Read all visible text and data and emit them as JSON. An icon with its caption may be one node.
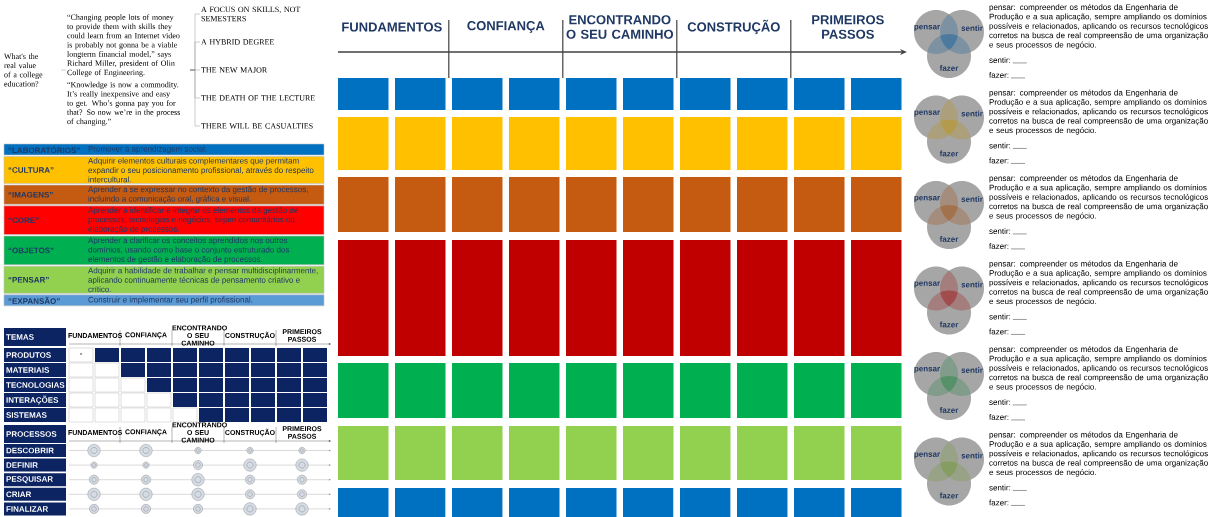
{
  "diagram": {
    "nodes": [
      {
        "text": [
          "What's the real value of a college education?"
        ]
      },
      {
        "text": [
          "“Changing people lots of money to provide them with skills they could learn from an Internet video is probably not gonna be a viable longterm financial model,” says Richard Miller, president of Olin College of Engineering.",
          "“Knowledge is now a commodity. It’s really inexpensive and easy to get. Who’s gonna pay you for that? So now we’re in the process of changing.”"
        ]
      },
      {
        "text": [
          "A FOCUS ON SKILLS, NOT SEMESTERS"
        ]
      },
      {
        "text": [
          "A HYBRID DEGREE"
        ]
      },
      {
        "text": [
          "THE NEW MAJOR"
        ]
      },
      {
        "text": [
          "THE DEATH OF THE LECTURE"
        ]
      },
      {
        "text": [
          "THERE WILL BE CASUALTIES"
        ]
      },
      {
        "text": [
          "“LABORATÓRIOS”",
          "Promover a aprendizagem social."
        ]
      },
      {
        "text": [
          "“CULTURA”",
          "Adquirir elementos culturais complementares que permitam expandir o seu posicionamento profissional, através do respeito intercultural."
        ]
      },
      {
        "text": [
          "“IMAGENS”",
          "Aprender a se expressar no contexto da gestão de processos, incluindo a comunicação oral, gráfica e visual."
        ]
      },
      {
        "text": [
          "“CORE”",
          "Aprender a identificar e integrar os elementos da gestão de processos, tecnologias e negócios, sejam comunitários ou elaboração de processos."
        ]
      },
      {
        "text": [
          "“OBJETOS”",
          "Aprender a clarificar os conceitos aprendidos nos outros domínios, usando como base o conjunto estruturado dos elementos de gestão e elaboração de processos."
        ]
      },
      {
        "text": [
          "“PENSAR”",
          "Adquirir a habilidade de trabalhar e pensar multidisciplinarmente, aplicando continuamente técnicas de pensamento criativo e crítico."
        ]
      },
      {
        "text": [
          "“EXPANSÃO”",
          "Construir e implementar seu perfil profissional."
        ]
      }
    ],
    "edges": [
      {
        "from": 0,
        "to": 1,
        "arrow": "none"
      },
      {
        "from": 1,
        "to": 2,
        "arrow": "none"
      },
      {
        "from": 1,
        "to": 3,
        "arrow": "none"
      },
      {
        "from": 1,
        "to": 4,
        "arrow": "none"
      },
      {
        "from": 1,
        "to": 5,
        "arrow": "none"
      },
      {
        "from": 1,
        "to": 6,
        "arrow": "none"
      }
    ],
    "labels": [
      "FUNDAMENTOS",
      "CONFIANÇA",
      "ENCONTRANDO O SEU CAMINHO",
      "CONSTRUÇÃO",
      "PRIMEIROS PASSOS",
      "pensar",
      "sentir",
      "fazer",
      "pensar: compreender os métodos da Engenharia de Produção e a sua aplicação, sempre ampliando os domínios possíveis e relacionados, aplicando os recursos tecnológicos corretos na busca de real compreensão de uma organização e seus processos de negócio.",
      "sentir:",
      "fazer:",
      "pensar",
      "sentir",
      "fazer",
      "pensar: compreender os métodos da Engenharia de Produção e a sua aplicação, sempre ampliando os domínios possíveis e relacionados, aplicando os recursos tecnológicos corretos na busca de real compreensão de uma organização e seus processos de negócio.",
      "sentir:",
      "fazer:",
      "pensar",
      "sentir",
      "fazer",
      "pensar: compreender os métodos da Engenharia de Produção e a sua aplicação, sempre ampliando os domínios possíveis e relacionados, aplicando os recursos tecnológicos corretos na busca de real compreensão de uma organização e seus processos de negócio.",
      "sentir:",
      "fazer:",
      "pensar",
      "sentir",
      "fazer",
      "pensar: compreender os métodos da Engenharia de Produção e a sua aplicação, sempre ampliando os domínios possíveis e relacionados, aplicando os recursos tecnológicos corretos na busca de real compreensão de uma organização e seus processos de negócio.",
      "sentir:",
      "fazer:",
      "pensar",
      "sentir",
      "fazer",
      "pensar: compreender os métodos da Engenharia de Produção e a sua aplicação, sempre ampliando os domínios possíveis e relacionados, aplicando os recursos tecnológicos corretos na busca de real compreensão de uma organização e seus processos de negócio.",
      "sentir:",
      "fazer:",
      "pensar",
      "sentir",
      "fazer",
      "pensar: compreender os métodos da Engenharia de Produção e a sua aplicação, sempre ampliando os domínios possíveis e relacionados, aplicando os recursos tecnológicos corretos na busca de real compreensão de uma organização e seus processos de negócio.",
      "sentir:",
      "fazer:",
      "TEMAS",
      "FUNDAMENTOS",
      "CONFIANÇA",
      "ENCONTRANDO O SEU CAMINHO",
      "CONSTRUÇÃO",
      "PRIMEIROS PASSOS",
      "PRODUTOS",
      "-",
      "MATERIAIS",
      "TECNOLOGIAS",
      "INTERAÇÕES",
      "SISTEMAS",
      "PROCESSOS",
      "FUNDAMENTOS",
      "CONFIANÇA",
      "ENCONTRANDO O SEU CAMINHO",
      "CONSTRUÇÃO",
      "PRIMEIROS PASSOS",
      "DESCOBRIR",
      "DEFINIR",
      "PESQUISAR",
      "CRIAR",
      "FINALIZAR"
    ]
  }
}
